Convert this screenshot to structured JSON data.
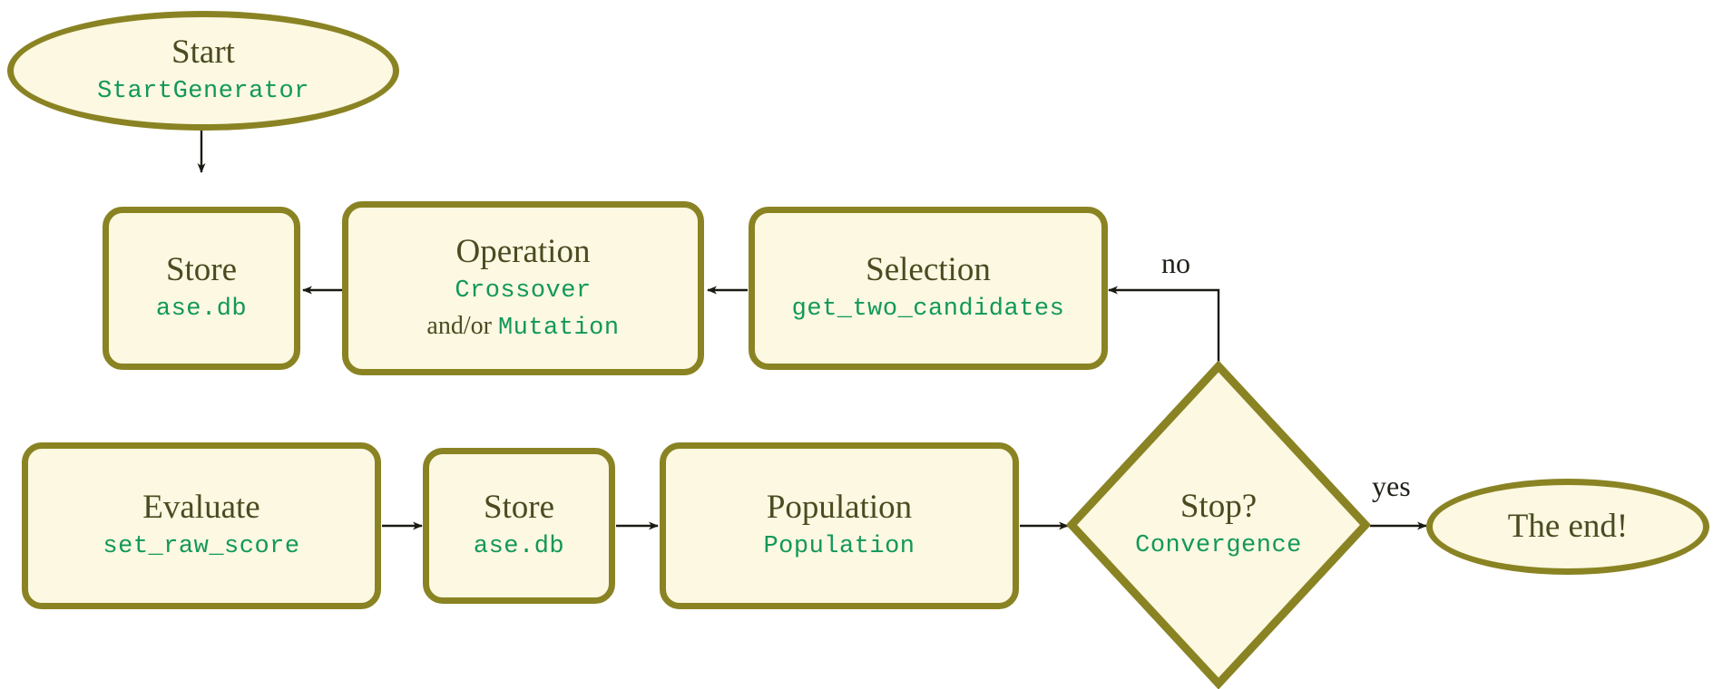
{
  "diagram": {
    "title": "Genetic algorithm workflow flowchart",
    "colors": {
      "border": "#8a8323",
      "fill": "#fcf8e1",
      "title_text": "#4a4b21",
      "code_text": "#12985a",
      "arrow": "#1a1a12",
      "background": "#ffffff"
    }
  },
  "nodes": {
    "start": {
      "title": "Start",
      "code": "StartGenerator",
      "shape": "ellipse"
    },
    "store_top": {
      "title": "Store",
      "code": "ase.db",
      "shape": "rounded-rect"
    },
    "operation": {
      "title": "Operation",
      "code": "Crossover",
      "extra_prefix": "and/or ",
      "extra_code": "Mutation",
      "shape": "rounded-rect"
    },
    "selection": {
      "title": "Selection",
      "code": "get_two_candidates",
      "shape": "rounded-rect"
    },
    "evaluate": {
      "title": "Evaluate",
      "code": "set_raw_score",
      "shape": "rounded-rect"
    },
    "store_bottom": {
      "title": "Store",
      "code": "ase.db",
      "shape": "rounded-rect"
    },
    "population": {
      "title": "Population",
      "code": "Population",
      "shape": "rounded-rect"
    },
    "stop": {
      "title": "Stop?",
      "code": "Convergence",
      "shape": "diamond"
    },
    "end": {
      "title": "The end!",
      "shape": "ellipse"
    }
  },
  "edge_labels": {
    "no": "no",
    "yes": "yes"
  },
  "edges": [
    {
      "from": "start",
      "to": "store_top",
      "label": ""
    },
    {
      "from": "store_top",
      "to": "evaluate",
      "label": ""
    },
    {
      "from": "evaluate",
      "to": "store_bottom",
      "label": ""
    },
    {
      "from": "store_bottom",
      "to": "population",
      "label": ""
    },
    {
      "from": "population",
      "to": "stop",
      "label": ""
    },
    {
      "from": "stop",
      "to": "end",
      "label": "yes"
    },
    {
      "from": "stop",
      "to": "selection",
      "label": "no"
    },
    {
      "from": "selection",
      "to": "operation",
      "label": ""
    },
    {
      "from": "operation",
      "to": "store_top",
      "label": ""
    }
  ]
}
